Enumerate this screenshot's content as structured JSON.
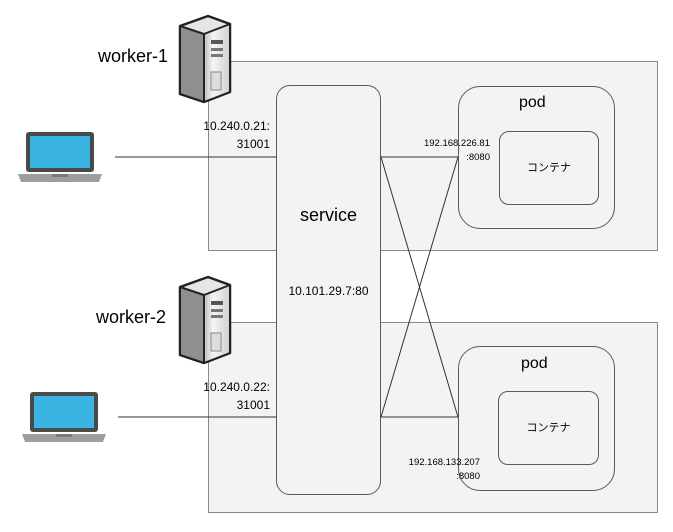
{
  "workers": [
    {
      "name": "worker-1",
      "ip_line1": "10.240.0.21:",
      "ip_line2": "31001",
      "pod_label": "pod",
      "pod_ip_line1": "192.168.226.81",
      "pod_ip_line2": ":8080",
      "container_label": "コンテナ"
    },
    {
      "name": "worker-2",
      "ip_line1": "10.240.0.22:",
      "ip_line2": "31001",
      "pod_label": "pod",
      "pod_ip_line1": "192.168.133.207",
      "pod_ip_line2": ":8080",
      "container_label": "コンテナ"
    }
  ],
  "service": {
    "label": "service",
    "address": "10.101.29.7:80"
  },
  "colors": {
    "box_fill": "#f3f3f3",
    "laptop_screen": "#3ab4e0",
    "laptop_body": "#9e9e9e"
  }
}
